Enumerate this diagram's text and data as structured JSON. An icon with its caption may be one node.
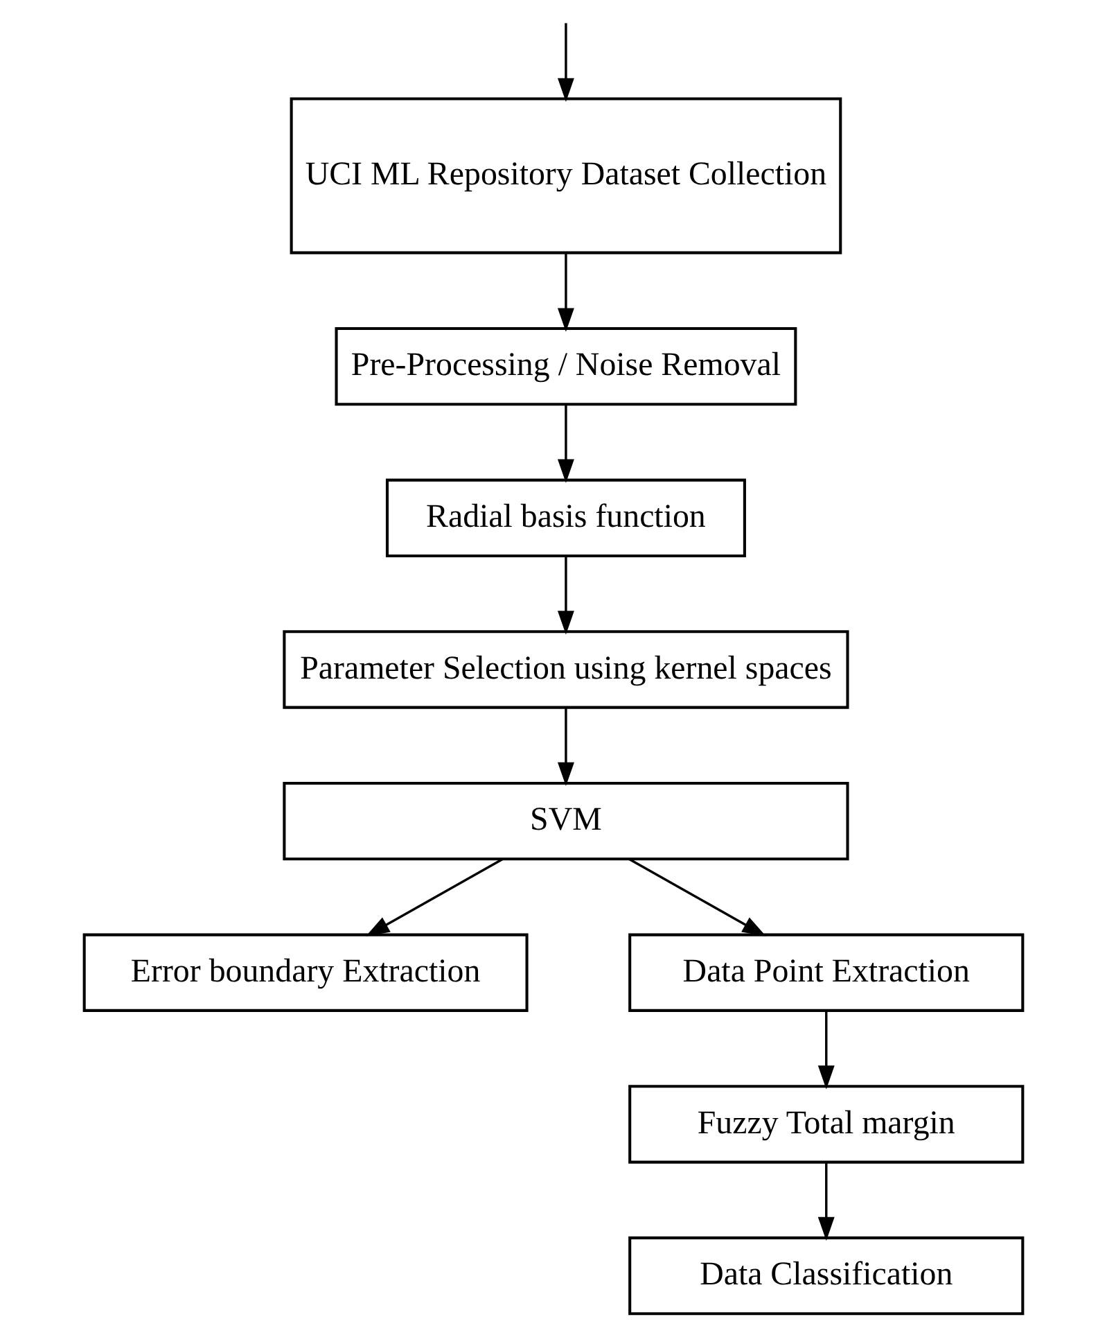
{
  "diagram": {
    "nodes": [
      {
        "text": [
          "UCI ML Repository Dataset Collection"
        ]
      },
      {
        "text": [
          "Pre-Processing / Noise Removal"
        ]
      },
      {
        "text": [
          "Radial basis function"
        ]
      },
      {
        "text": [
          "Parameter Selection using kernel spaces"
        ]
      },
      {
        "text": [
          "SVM"
        ]
      },
      {
        "text": [
          "Error boundary Extraction"
        ]
      },
      {
        "text": [
          "Data Point Extraction"
        ]
      },
      {
        "text": [
          "Fuzzy Total margin"
        ]
      },
      {
        "text": [
          "Data Classification"
        ]
      }
    ],
    "edges": [
      {
        "from": null,
        "to": 0,
        "arrow": "to"
      },
      {
        "from": 0,
        "to": 1,
        "arrow": "to"
      },
      {
        "from": 1,
        "to": 2,
        "arrow": "to"
      },
      {
        "from": 2,
        "to": 3,
        "arrow": "to"
      },
      {
        "from": 3,
        "to": 4,
        "arrow": "to"
      },
      {
        "from": 4,
        "to": 5,
        "arrow": "to"
      },
      {
        "from": 4,
        "to": 6,
        "arrow": "to"
      },
      {
        "from": 6,
        "to": 7,
        "arrow": "to"
      },
      {
        "from": 7,
        "to": 8,
        "arrow": "to"
      }
    ]
  }
}
